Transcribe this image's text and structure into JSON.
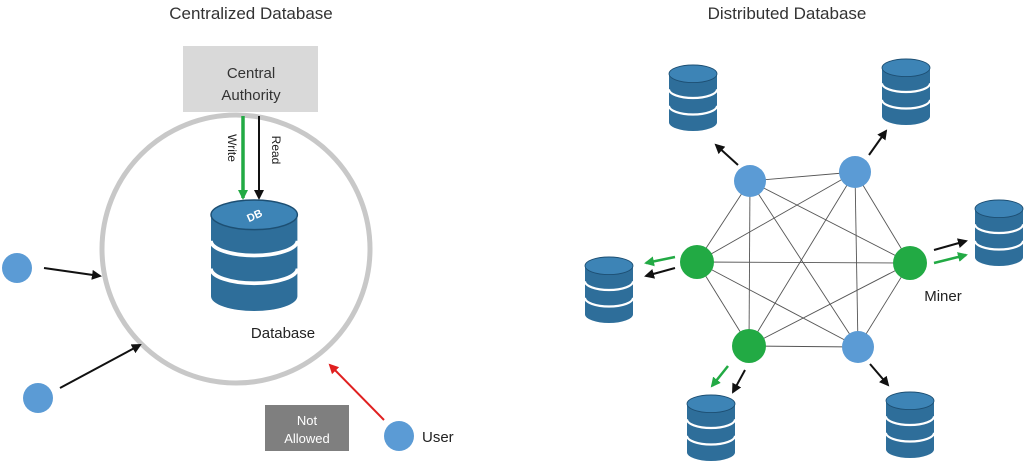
{
  "centralized": {
    "title": "Centralized Database",
    "authority_line1": "Central",
    "authority_line2": "Authority",
    "write_label": "Write",
    "read_label": "Read",
    "database_label": "Database",
    "not_allowed_line1": "Not",
    "not_allowed_line2": "Allowed",
    "user_label": "User"
  },
  "distributed": {
    "title": "Distributed Database",
    "miner_label": "Miner"
  },
  "icons": {
    "db_cylinder": "database-icon",
    "db_mark": "DB"
  },
  "colors": {
    "db_blue": "#2e6e9a",
    "db_dark": "#1d4f73",
    "node_blue": "#5b9bd5",
    "miner_green": "#22aa44",
    "write_green": "#22aa44",
    "blocked_red": "#e02020",
    "authority_box": "#d9d9d9",
    "not_allowed_box": "#7f7f7f",
    "circle_gray": "#c8c8c8"
  }
}
